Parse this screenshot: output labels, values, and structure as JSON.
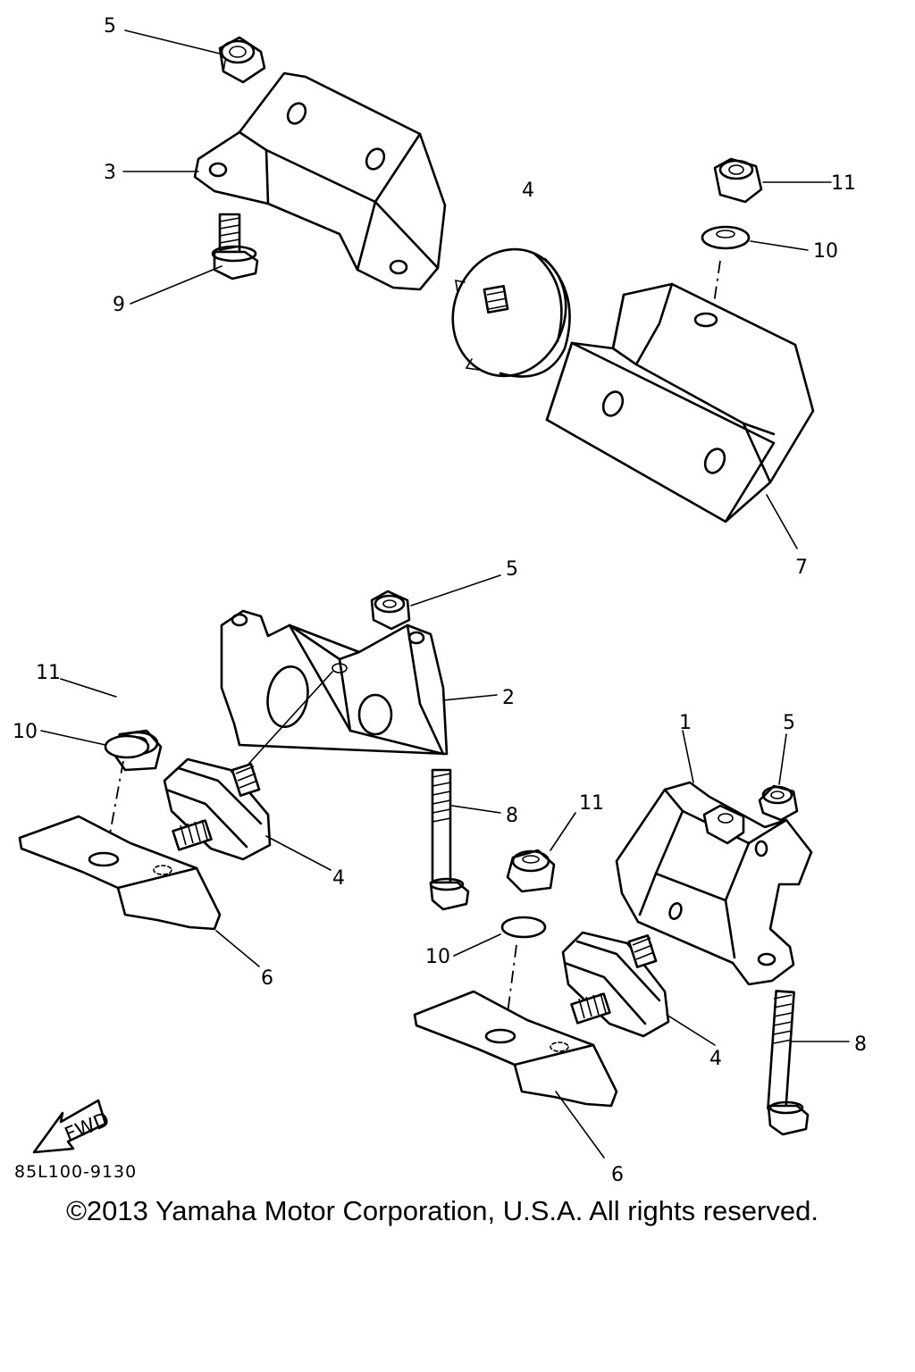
{
  "callouts": {
    "c5_top": "5",
    "c3": "3",
    "c9": "9",
    "c4_top": "4",
    "c11_top": "11",
    "c10_top": "10",
    "c7": "7",
    "c5_mid": "5",
    "c2": "2",
    "c11_left": "11",
    "c10_left": "10",
    "c4_left": "4",
    "c6_left": "6",
    "c8_mid": "8",
    "c1": "1",
    "c5_right": "5",
    "c11_right": "11",
    "c10_right": "10",
    "c4_right": "4",
    "c8_right": "8",
    "c6_right": "6"
  },
  "fwd_label": "FWD",
  "diagram_code": "85L100-9130",
  "copyright": "©2013 Yamaha Motor Corporation, U.S.A. All rights reserved."
}
